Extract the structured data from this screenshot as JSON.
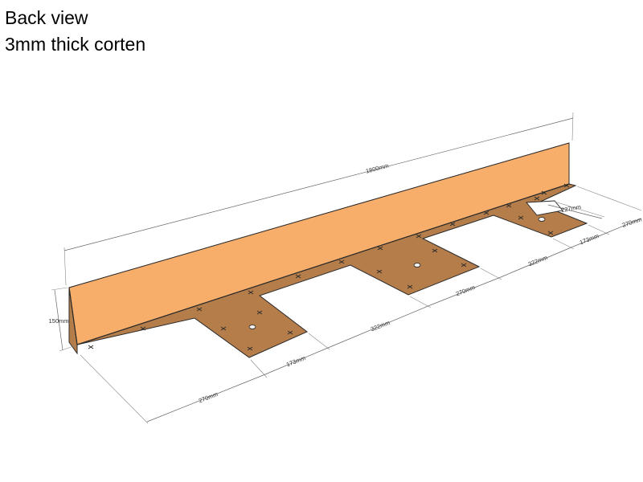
{
  "title": {
    "line1": "Back view",
    "line2": "3mm thick corten"
  },
  "colors": {
    "face": "#f8ae6b",
    "base": "#b57d4a",
    "outline": "#2a2a2a",
    "dimension": "#666666"
  },
  "dimensions": {
    "overall_length": "1800mm",
    "height": "150mm",
    "tab1_depth": "270mm",
    "tab1_width": "173mm",
    "gap1": "322mm",
    "tab2_depth": "270mm",
    "gap2": "322mm",
    "tab3_width": "173mm",
    "tab3_depth": "270mm",
    "tab3_inner": "227mm"
  }
}
